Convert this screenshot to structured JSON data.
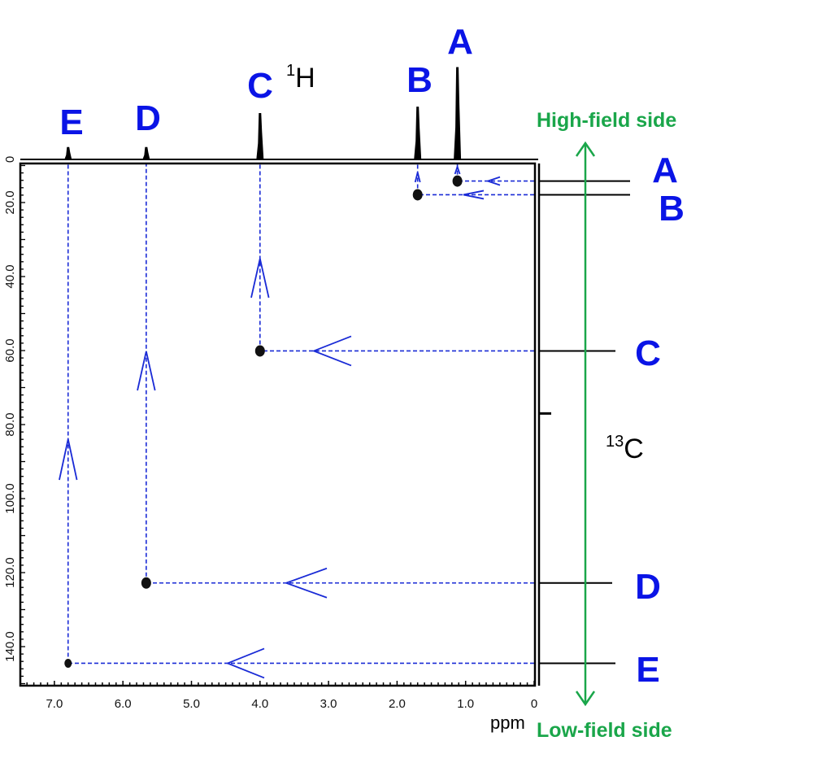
{
  "chart_data": {
    "type": "scatter",
    "title": "HSQC 2D NMR spectrum",
    "x_nucleus": {
      "mass": "1",
      "symbol": "H"
    },
    "y_nucleus": {
      "mass": "13",
      "symbol": "C"
    },
    "xlabel": "ppm",
    "xlim": [
      7.5,
      0
    ],
    "ylim": [
      9,
      150
    ],
    "x_ticks": [
      "7.0",
      "6.0",
      "5.0",
      "4.0",
      "3.0",
      "2.0",
      "1.0",
      "0"
    ],
    "x_tick_values": [
      7,
      6,
      5,
      4,
      3,
      2,
      1,
      0
    ],
    "y_ticks": [
      "20.0",
      "40.0",
      "60.0",
      "80.0",
      "100.0",
      "120.0",
      "140.0"
    ],
    "y_tick_values": [
      20,
      40,
      60,
      80,
      100,
      120,
      140
    ],
    "proton_trace_zero_label": "0",
    "peaks": [
      {
        "label": "A",
        "h_ppm": 1.12,
        "c_ppm": 14.2,
        "h_intensity": 1.0
      },
      {
        "label": "B",
        "h_ppm": 1.7,
        "c_ppm": 17.9,
        "h_intensity": 0.57
      },
      {
        "label": "C",
        "h_ppm": 4.0,
        "c_ppm": 60.1,
        "h_intensity": 0.5
      },
      {
        "label": "D",
        "h_ppm": 5.66,
        "c_ppm": 122.8,
        "h_intensity": 0.13
      },
      {
        "label": "E",
        "h_ppm": 6.8,
        "c_ppm": 144.5,
        "h_intensity": 0.13
      }
    ],
    "solvent_c_ppm": 77.0,
    "annotations": {
      "high_field": "High-field side",
      "low_field": "Low-field side"
    },
    "colors": {
      "labels": "#0a14e6",
      "guides": "#1a2bd6",
      "field_arrow": "#1aa64a",
      "trace": "#000000"
    }
  }
}
